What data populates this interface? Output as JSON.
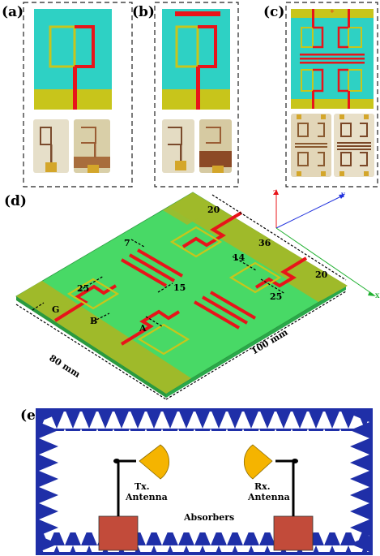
{
  "panels": {
    "a": "(a)",
    "b": "(b)",
    "c": "(c)",
    "d": "(d)",
    "e": "(e)"
  },
  "dimensions": {
    "d20_top": "20",
    "d36": "36",
    "d20_right": "20",
    "d7": "7",
    "d14": "14",
    "d25_left": "25",
    "d25_right": "25",
    "d15": "15",
    "g": "G",
    "b": "B",
    "a": "A",
    "w80": "80 mm",
    "l100": "100 mm"
  },
  "axes": {
    "z": "Z",
    "y": "Y",
    "x": "X"
  },
  "chamber": {
    "tx_line1": "Tx.",
    "tx_line2": "Antenna",
    "rx_line1": "Rx.",
    "rx_line2": "Antenna",
    "absorbers": "Absorbers"
  },
  "colors": {
    "substrate": "#2ed1c4",
    "ground": "#c8c51b",
    "feed": "#e8141a",
    "board3d": "#48d966",
    "board3d_pad": "#9fba2a",
    "absorber": "#1f2fa8",
    "horn": "#f5b400",
    "stand": "#c24b3a"
  }
}
